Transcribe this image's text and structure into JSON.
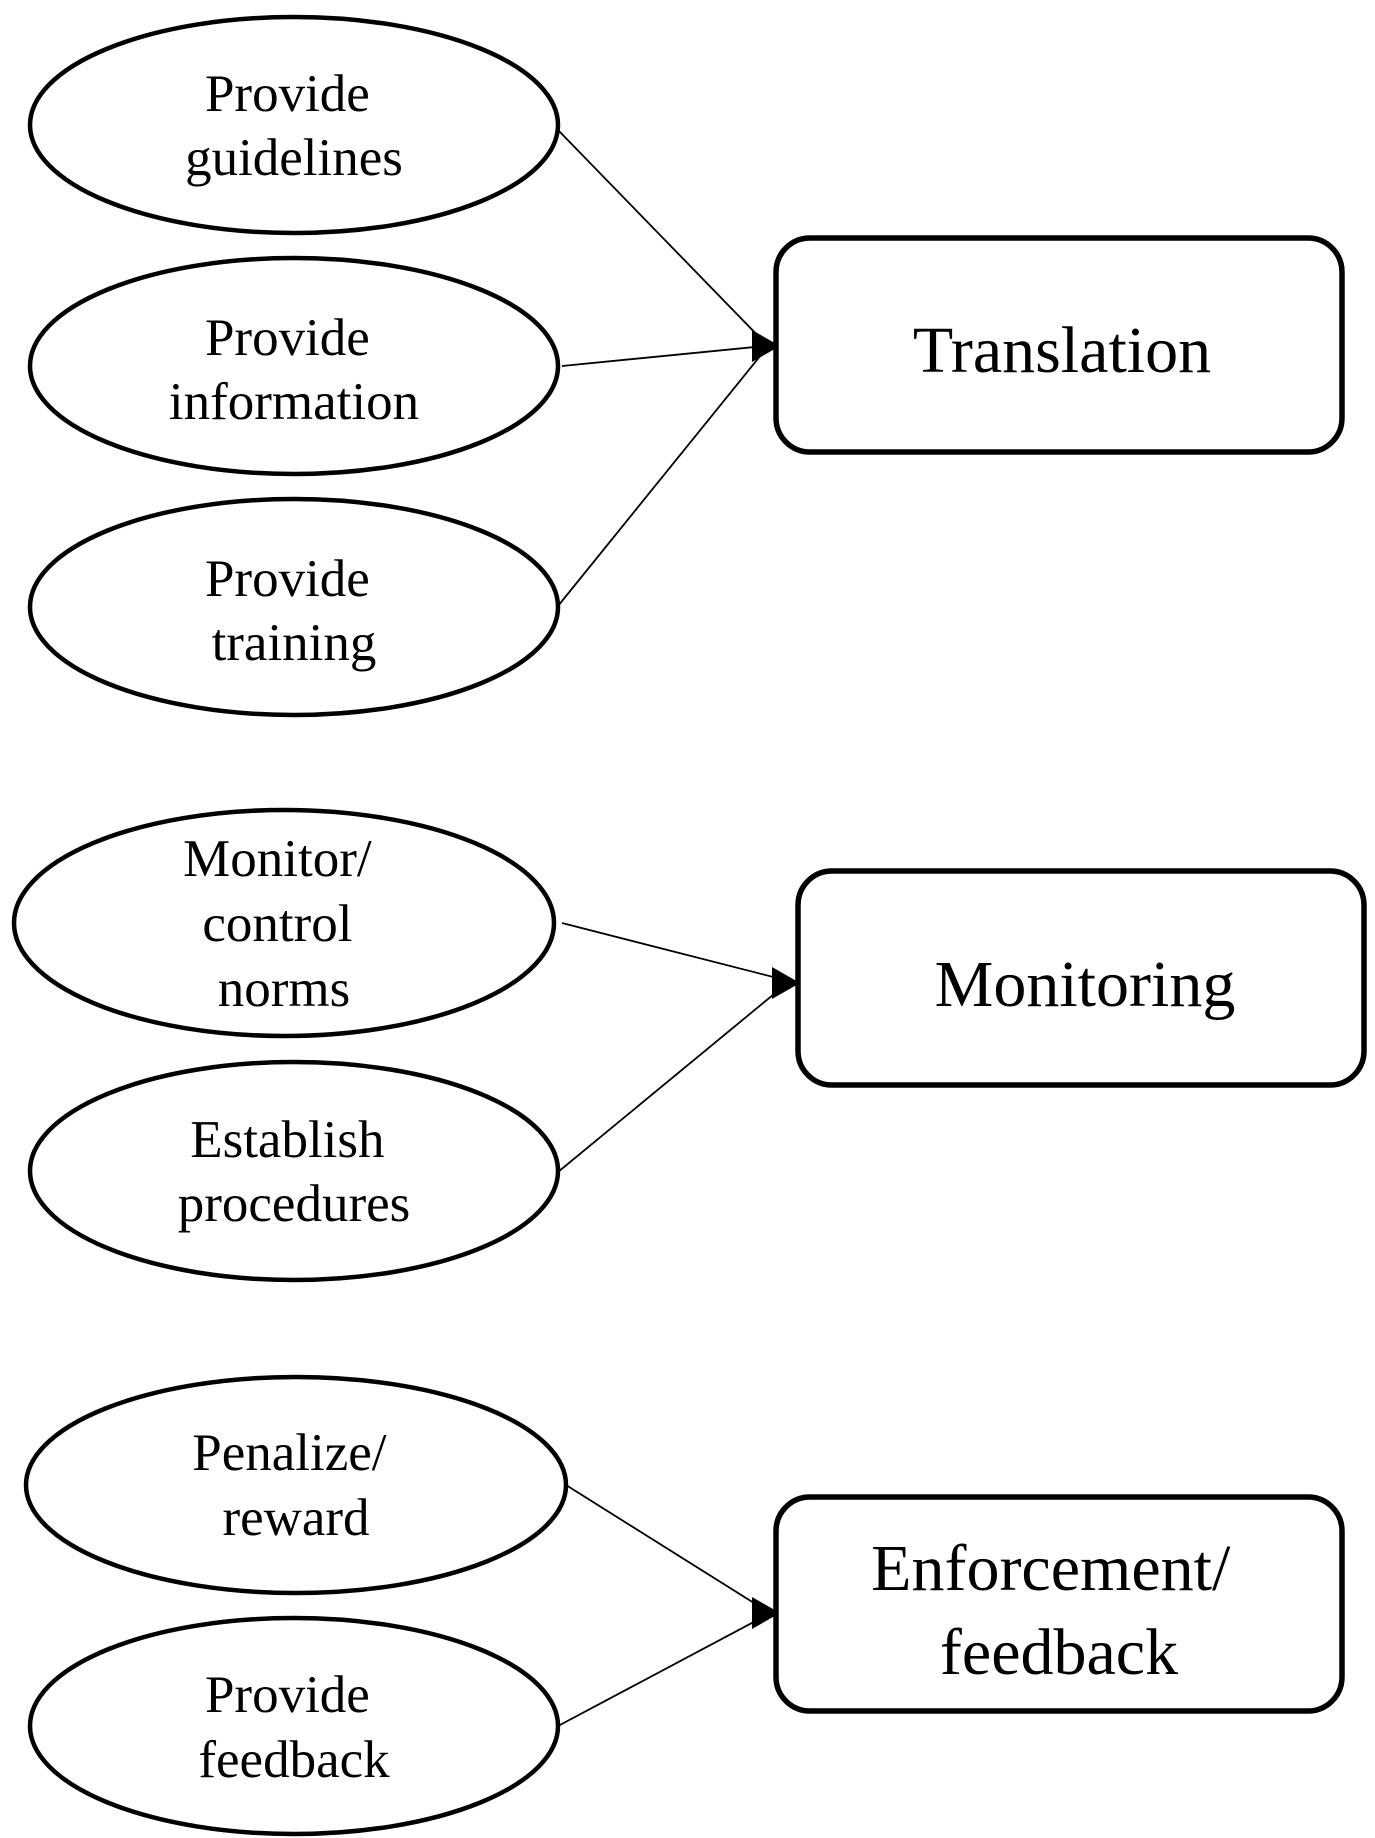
{
  "translation_group": {
    "inputs": [
      {
        "lines": [
          "Provide",
          "guidelines"
        ]
      },
      {
        "lines": [
          "Provide",
          "information"
        ]
      },
      {
        "lines": [
          "Provide",
          "training"
        ]
      }
    ],
    "target": {
      "lines": [
        "Translation"
      ]
    }
  },
  "monitoring_group": {
    "inputs": [
      {
        "lines": [
          "Monitor/",
          "control",
          "norms"
        ]
      },
      {
        "lines": [
          "Establish",
          "procedures"
        ]
      }
    ],
    "target": {
      "lines": [
        "Monitoring"
      ]
    }
  },
  "enforcement_group": {
    "inputs": [
      {
        "lines": [
          "Penalize/",
          "reward"
        ]
      },
      {
        "lines": [
          "Provide",
          "feedback"
        ]
      }
    ],
    "target": {
      "lines": [
        "Enforcement/",
        "feedback"
      ]
    }
  }
}
